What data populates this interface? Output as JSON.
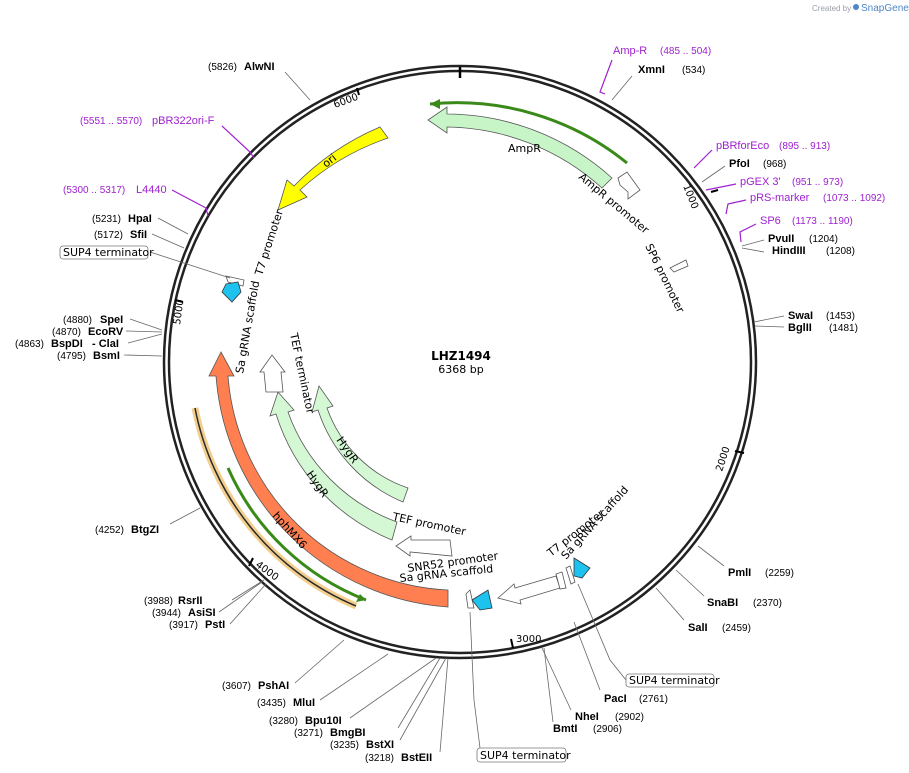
{
  "credit": {
    "prefix": "Created by",
    "brand": "SnapGene"
  },
  "plasmid": {
    "name": "LHZ1494",
    "length": "6368 bp"
  },
  "ticks": [
    "1000",
    "2000",
    "3000",
    "4000",
    "5000",
    "6000"
  ],
  "sites": [
    {
      "name": "AlwNI",
      "pos": "(5826)"
    },
    {
      "name": "XmnI",
      "pos": "(534)"
    },
    {
      "name": "PfoI",
      "pos": "(968)"
    },
    {
      "name": "PvuII",
      "pos": "(1204)"
    },
    {
      "name": "HindIII",
      "pos": "(1208)"
    },
    {
      "name": "SwaI",
      "pos": "(1453)"
    },
    {
      "name": "BglII",
      "pos": "(1481)"
    },
    {
      "name": "PmlI",
      "pos": "(2259)"
    },
    {
      "name": "SnaBI",
      "pos": "(2370)"
    },
    {
      "name": "SalI",
      "pos": "(2459)"
    },
    {
      "name": "PacI",
      "pos": "(2761)"
    },
    {
      "name": "NheI",
      "pos": "(2902)"
    },
    {
      "name": "BmtI",
      "pos": "(2906)"
    },
    {
      "name": "BstEII",
      "pos": "(3218)"
    },
    {
      "name": "BstXI",
      "pos": "(3235)"
    },
    {
      "name": "BmgBI",
      "pos": "(3271)"
    },
    {
      "name": "Bpu10I",
      "pos": "(3280)"
    },
    {
      "name": "MluI",
      "pos": "(3435)"
    },
    {
      "name": "PshAI",
      "pos": "(3607)"
    },
    {
      "name": "PstI",
      "pos": "(3917)"
    },
    {
      "name": "AsiSI",
      "pos": "(3944)"
    },
    {
      "name": "RsrII",
      "pos": "(3988)"
    },
    {
      "name": "BtgZI",
      "pos": "(4252)"
    },
    {
      "name": "BsmI",
      "pos": "(4795)"
    },
    {
      "name": "BspDI",
      "pos": "(4863)",
      "extra": "- ClaI"
    },
    {
      "name": "EcoRV",
      "pos": "(4870)"
    },
    {
      "name": "SpeI",
      "pos": "(4880)"
    },
    {
      "name": "SfiI",
      "pos": "(5172)"
    },
    {
      "name": "HpaI",
      "pos": "(5231)"
    }
  ],
  "primers": [
    {
      "name": "Amp-R",
      "pos": "(485 .. 504)"
    },
    {
      "name": "pBRforEco",
      "pos": "(895 .. 913)"
    },
    {
      "name": "pGEX 3'",
      "pos": "(951 .. 973)"
    },
    {
      "name": "pRS-marker",
      "pos": "(1073 .. 1092)"
    },
    {
      "name": "SP6",
      "pos": "(1173 .. 1190)"
    },
    {
      "name": "pBR322ori-F",
      "pos": "(5551 .. 5570)"
    },
    {
      "name": "L4440",
      "pos": "(5300 .. 5317)"
    }
  ],
  "boxed_labels": [
    "SUP4 terminator",
    "SUP4 terminator",
    "SUP4 terminator"
  ],
  "features": {
    "ampr": "AmpR",
    "ampr_promoter": "AmpR promoter",
    "sp6_promoter": "SP6 promoter",
    "ori": "ori",
    "t7_promoter_left": "T7 promoter",
    "sa_scaffold_left": "Sa gRNA scaffold",
    "tef_terminator": "TEF terminator",
    "hygr_inner": "HygR",
    "hygr_outer": "HygR",
    "tef_promoter": "TEF promoter",
    "hphmx6": "hphMX6",
    "snr52_promoter": "SNR52 promoter",
    "sa_scaffold_bottom": "Sa gRNA scaffold",
    "t7_promoter_right": "T7 promoter",
    "sa_scaffold_right": "Sa gRNA scaffold"
  },
  "colors": {
    "backbone": "#222222",
    "ampr_fill": "#c8f5c8",
    "ori_fill": "#ffff00",
    "hphmx6_fill": "#ff7f50",
    "hygr_fill": "#d4f7d4",
    "scaffold_fill": "#1ec2ee",
    "primer": "#a020d0",
    "green_line": "#3a8a1a",
    "orange_line": "#e8a020"
  }
}
